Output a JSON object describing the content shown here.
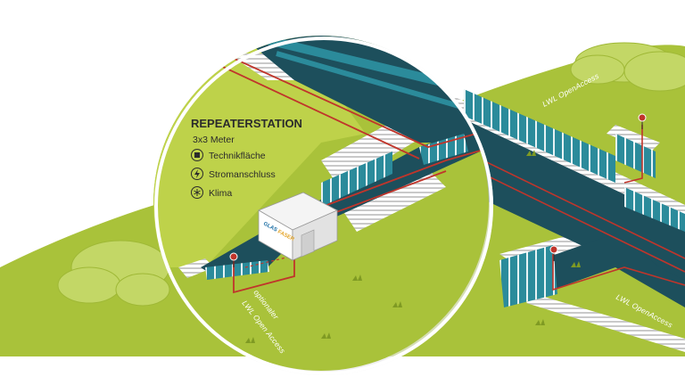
{
  "station": {
    "title": "REPEATERSTATION",
    "size": "3x3 Meter",
    "features": [
      {
        "icon": "technik-icon",
        "label": "Technikfläche"
      },
      {
        "icon": "power-icon",
        "label": "Stromanschluss"
      },
      {
        "icon": "snowflake-icon",
        "label": "Klima"
      }
    ],
    "box_brand_a": "GLAS",
    "box_brand_b": "FASER"
  },
  "labels": {
    "lwl_top": "LWL OpenAccess",
    "lwl_bottom_right": "LWL OpenAccess",
    "optional_line1": "optionaler",
    "optional_line2": "LWL Open Access"
  },
  "colors": {
    "grass": "#a9c23a",
    "grass_light": "#bed24a",
    "trench": "#1d4f5c",
    "trench_dark": "#153f4a",
    "wall": "#2b8b9b",
    "cable": "#c0352b"
  }
}
